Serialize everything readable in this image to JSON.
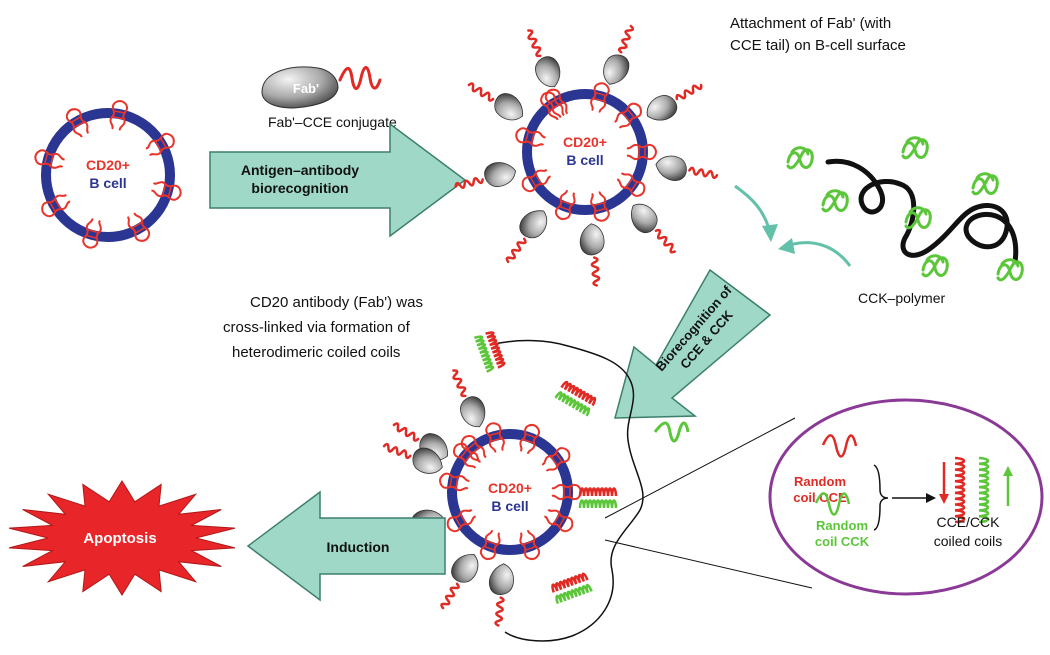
{
  "colors": {
    "membrane": "#2b3592",
    "cd20_red": "#e8352c",
    "bcell_blue": "#2b3592",
    "arrow_fill": "#9fd8c6",
    "arrow_stroke": "#3d7f6d",
    "cce_red": "#e02a24",
    "cck_green": "#5cc63a",
    "curve_arrow": "#62c1a8",
    "apoptosis_red": "#e8262a",
    "ellipse_purple": "#8a3a96",
    "fab_gray": "#8c8c8c"
  },
  "cells": {
    "cell1": {
      "label_top": "CD20+",
      "label_bottom": "B cell"
    },
    "cell2": {
      "label_top": "CD20+",
      "label_bottom": "B cell"
    },
    "cell3": {
      "label_top": "CD20+",
      "label_bottom": "B cell"
    }
  },
  "fab_legend": {
    "fab_label": "Fab'",
    "conjugate_label": "Fab'–CCE conjugate"
  },
  "arrows": {
    "biorecognition": {
      "line1": "Antigen–antibody",
      "line2": "biorecognition"
    },
    "cce_cck": {
      "line1": "Biorecognition of",
      "line2": "CCE & CCK"
    },
    "induction": "Induction"
  },
  "captions": {
    "attachment_line1": "Attachment of Fab' (with",
    "attachment_line2": "CCE tail) on B-cell surface",
    "cck_polymer": "CCK–polymer",
    "crosslink_line1": "CD20 antibody (Fab') was",
    "crosslink_line2": "cross-linked via formation of",
    "crosslink_line3": "heterodimeric coiled coils"
  },
  "apoptosis": "Apoptosis",
  "inset": {
    "random_cce_line1": "Random",
    "random_cce_line2": "coil CCE",
    "random_cck_line1": "Random",
    "random_cck_line2": "coil CCK",
    "coiled_line1": "CCE/CCK",
    "coiled_line2": "coiled coils"
  }
}
